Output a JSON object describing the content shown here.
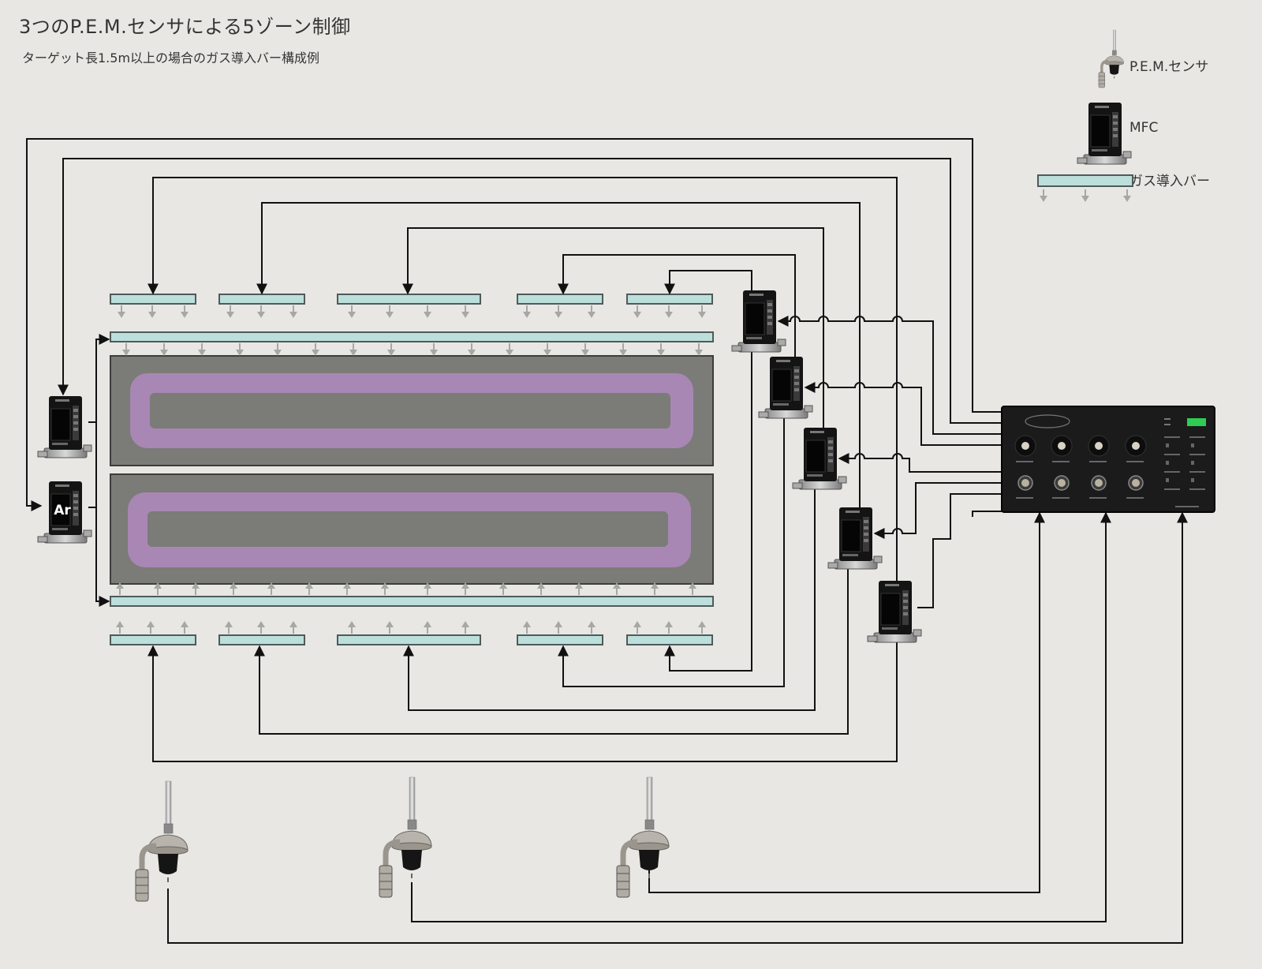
{
  "title": "3つのP.E.M.センサによる5ゾーン制御",
  "subtitle": "ターゲット長1.5m以上の場合のガス導入バー構成例",
  "legend": {
    "pem_sensor": "P.E.M.センサ",
    "mfc": "MFC",
    "gas_bar": "ガス導入バー"
  },
  "ar_mfc_label": "Ar",
  "colors": {
    "background": "#e8e7e3",
    "gas_bar_fill": "#bcdfdc",
    "gas_bar_stroke": "#4f5a5a",
    "target_fill": "#7b7b78",
    "plasma_track": "#a887b4",
    "line": "#111111",
    "controller_body": "#1b1b1b"
  }
}
